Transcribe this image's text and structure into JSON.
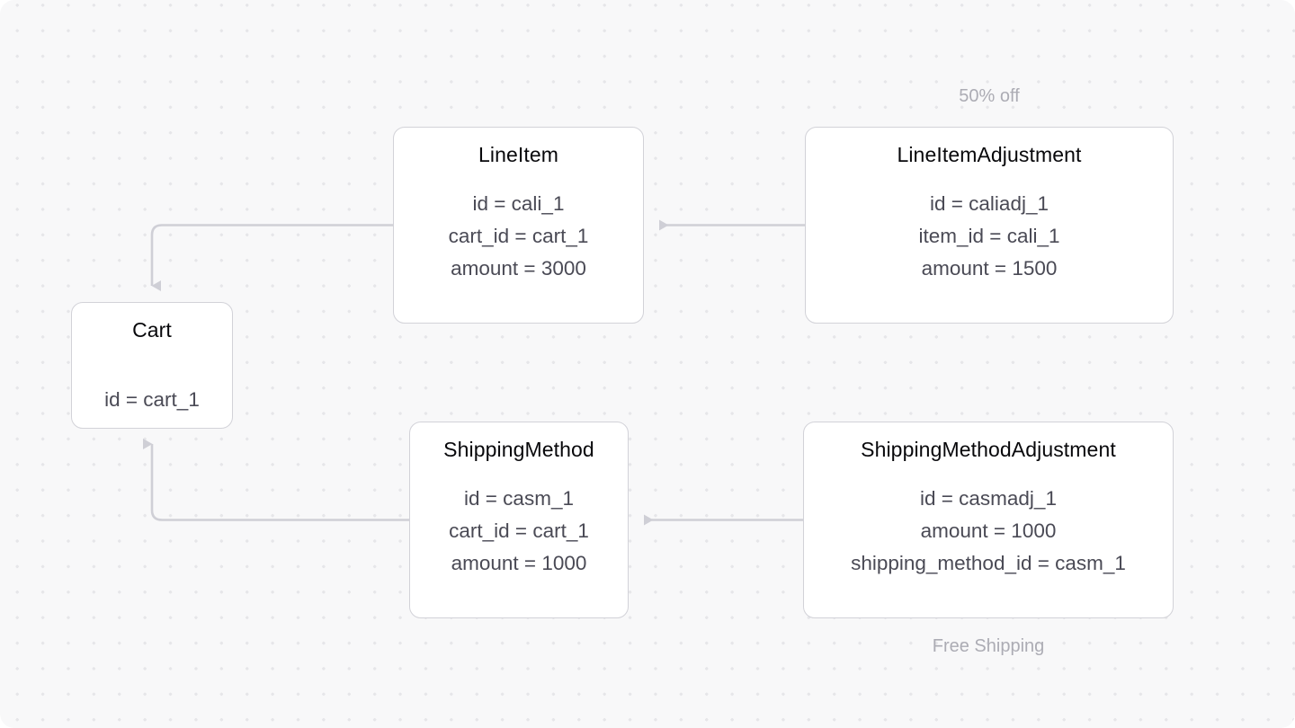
{
  "canvas": {
    "background_color": "#f8f8f9",
    "dot_color": "#e6e6e9",
    "node_border_color": "#d2d2d8",
    "node_fill_color": "#ffffff",
    "edge_color": "#cfcfd6",
    "title_color": "#08080b",
    "attr_color": "#4a4a55",
    "label_color": "#acacb4"
  },
  "nodes": [
    {
      "id": "cart",
      "title": "Cart",
      "attributes": [
        "id = cart_1"
      ]
    },
    {
      "id": "line_item",
      "title": "LineItem",
      "attributes": [
        "id = cali_1",
        "cart_id = cart_1",
        "amount = 3000"
      ]
    },
    {
      "id": "line_item_adjustment",
      "title": "LineItemAdjustment",
      "attributes": [
        "id = caliadj_1",
        "item_id = cali_1",
        "amount = 1500"
      ]
    },
    {
      "id": "shipping_method",
      "title": "ShippingMethod",
      "attributes": [
        "id = casm_1",
        "cart_id = cart_1",
        "amount = 1000"
      ]
    },
    {
      "id": "shipping_method_adjustment",
      "title": "ShippingMethodAdjustment",
      "attributes": [
        "id = casmadj_1",
        "amount = 1000",
        "shipping_method_id = casm_1"
      ]
    }
  ],
  "edge_labels": {
    "discount": "50% off",
    "shipping": "Free Shipping"
  }
}
